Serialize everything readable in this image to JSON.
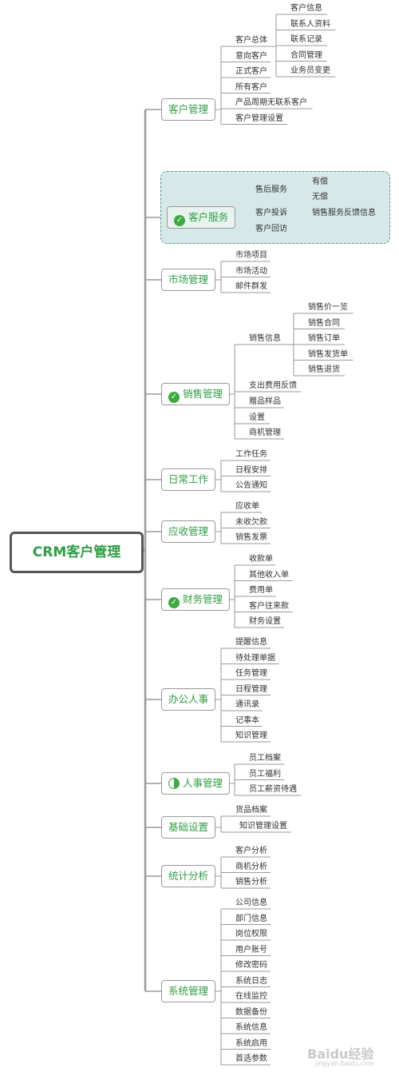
{
  "root": "CRM客户管理",
  "branches": [
    {
      "label": "客户管理",
      "icon": "",
      "children": [
        {
          "label": "客户总体",
          "children": [
            {
              "label": "客户信息"
            },
            {
              "label": "联系人资料"
            },
            {
              "label": "联系记录"
            },
            {
              "label": "合同管理"
            },
            {
              "label": "业务员变更"
            }
          ]
        },
        {
          "label": "意向客户"
        },
        {
          "label": "正式客户"
        },
        {
          "label": "所有客户"
        },
        {
          "label": "产品周期无联系客户"
        },
        {
          "label": "客户管理设置"
        }
      ]
    },
    {
      "label": "客户服务",
      "icon": "check-circle-icon",
      "children": [
        {
          "label": "售后服务",
          "children": [
            {
              "label": "有偿"
            },
            {
              "label": "无偿"
            }
          ]
        },
        {
          "label": "客户投诉",
          "children": [
            {
              "label": "销售服务反馈信息"
            }
          ]
        },
        {
          "label": "客户回访"
        }
      ]
    },
    {
      "label": "市场管理",
      "icon": "",
      "children": [
        {
          "label": "市场项目"
        },
        {
          "label": "市场活动"
        },
        {
          "label": "邮件群发"
        }
      ]
    },
    {
      "label": "销售管理",
      "icon": "check-circle-icon",
      "children": [
        {
          "label": "销售信息",
          "children": [
            {
              "label": "销售价一览"
            },
            {
              "label": "销售合同"
            },
            {
              "label": "销售订单"
            },
            {
              "label": "销售发货单"
            },
            {
              "label": "销售退货"
            }
          ]
        },
        {
          "label": "支出费用反馈"
        },
        {
          "label": "赠品样品"
        },
        {
          "label": "设置"
        },
        {
          "label": "商机管理"
        }
      ]
    },
    {
      "label": "日常工作",
      "icon": "",
      "children": [
        {
          "label": "工作任务"
        },
        {
          "label": "日程安排"
        },
        {
          "label": "公告通知"
        }
      ]
    },
    {
      "label": "应收管理",
      "icon": "",
      "children": [
        {
          "label": "应收单"
        },
        {
          "label": "未收欠款"
        },
        {
          "label": "销售发票"
        }
      ]
    },
    {
      "label": "财务管理",
      "icon": "check-circle-icon",
      "children": [
        {
          "label": "收款单"
        },
        {
          "label": "其他收入单"
        },
        {
          "label": "费用单"
        },
        {
          "label": "客户往来款"
        },
        {
          "label": "财务设置"
        }
      ]
    },
    {
      "label": "办公人事",
      "icon": "",
      "children": [
        {
          "label": "提醒信息"
        },
        {
          "label": "待处理单据"
        },
        {
          "label": "任务管理"
        },
        {
          "label": "日程管理"
        },
        {
          "label": "通讯录"
        },
        {
          "label": "记事本"
        },
        {
          "label": "知识管理"
        }
      ]
    },
    {
      "label": "人事管理",
      "icon": "progress-pie-icon",
      "progress": 0.5,
      "children": [
        {
          "label": "员工档案"
        },
        {
          "label": "员工福利"
        },
        {
          "label": "员工薪资待遇"
        }
      ]
    },
    {
      "label": "基础设置",
      "icon": "",
      "children": [
        {
          "label": "货品档案"
        },
        {
          "label": "知识管理设置"
        }
      ]
    },
    {
      "label": "统计分析",
      "icon": "",
      "children": [
        {
          "label": "客户分析"
        },
        {
          "label": "商机分析"
        },
        {
          "label": "销售分析"
        }
      ]
    },
    {
      "label": "系统管理",
      "icon": "",
      "children": [
        {
          "label": "公司信息"
        },
        {
          "label": "部门信息"
        },
        {
          "label": "岗位权限"
        },
        {
          "label": "用户账号"
        },
        {
          "label": "修改密码"
        },
        {
          "label": "系统日志"
        },
        {
          "label": "在线监控"
        },
        {
          "label": "数据备份"
        },
        {
          "label": "系统信息"
        },
        {
          "label": "系统启用"
        },
        {
          "label": "首选参数"
        }
      ]
    }
  ],
  "watermark": {
    "brand": "Baidu经验",
    "url": "jingyan.baidu.com"
  },
  "colors": {
    "branch_text": "#2f9e44",
    "line": "#9a9a9a",
    "highlight_fill": "#d6e9e8",
    "highlight_border": "#4a9c8e"
  }
}
